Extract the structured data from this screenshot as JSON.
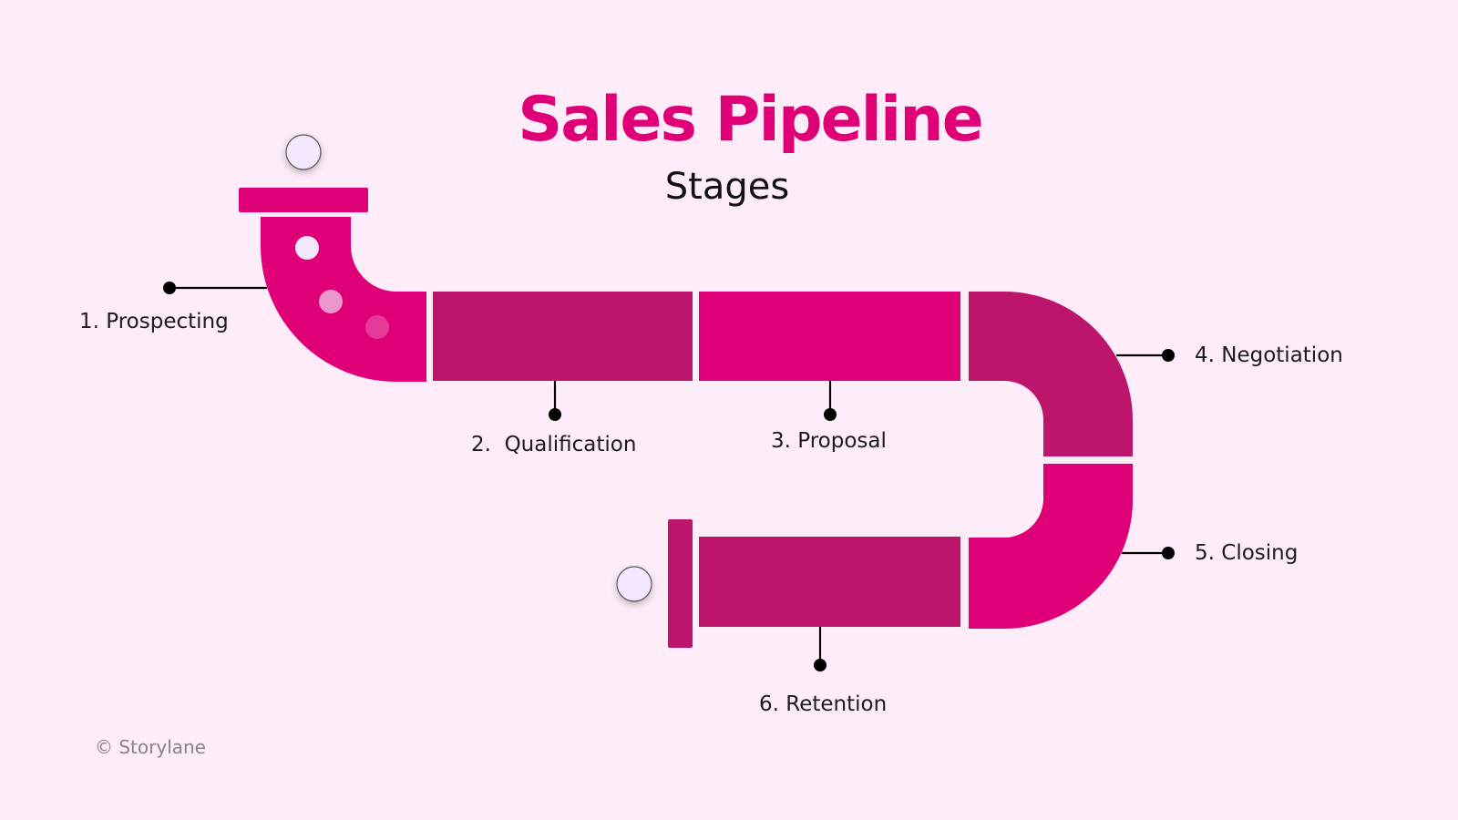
{
  "header": {
    "title": "Sales Pipeline",
    "subtitle": "Stages"
  },
  "stages": [
    {
      "number": "1.",
      "name": "Prospecting",
      "label": "1. Prospecting",
      "color": "#df0077"
    },
    {
      "number": "2.",
      "name": "Qualification",
      "label": "2.  Qualification",
      "color": "#bd156c"
    },
    {
      "number": "3.",
      "name": "Proposal",
      "label": "3. Proposal",
      "color": "#df0077"
    },
    {
      "number": "4.",
      "name": "Negotiation",
      "label": "4. Negotiation",
      "color": "#bd156c"
    },
    {
      "number": "5.",
      "name": "Closing",
      "label": "5. Closing",
      "color": "#df0077"
    },
    {
      "number": "6.",
      "name": "Retention",
      "label": "6. Retention",
      "color": "#bd156c"
    }
  ],
  "footer": {
    "copyright": "© Storylane"
  },
  "colors": {
    "background": "#feedf8",
    "primary": "#df0077",
    "secondary": "#bd156c",
    "bubble": "#f3e8ff",
    "bubble_mid": "#ec97cc",
    "bubble_faint": "#e53a99",
    "connector": "#000000"
  }
}
